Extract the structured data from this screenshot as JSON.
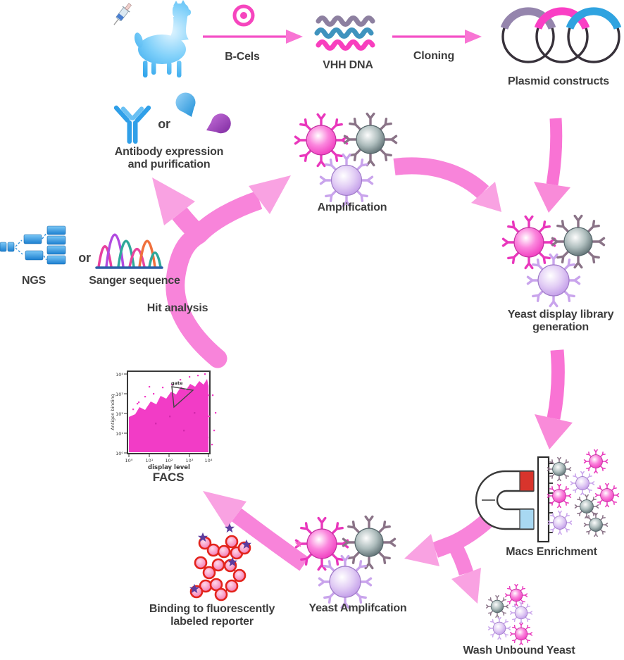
{
  "labels": {
    "bcells": "B-Cels",
    "vhh_dna": "VHH DNA",
    "cloning": "Cloning",
    "plasmid": "Plasmid constructs",
    "antibody_line1": "Antibody expression",
    "antibody_line2": "and purification",
    "or_antibody": "or",
    "amplification": "Amplification",
    "yeast_display_line1": "Yeast display library",
    "yeast_display_line2": "generation",
    "macs": "Macs Enrichment",
    "wash": "Wash Unbound Yeast",
    "yeast_amplification": "Yeast Amplifcation",
    "binding_line1": "Binding to fluorescently",
    "binding_line2": "labeled reporter",
    "facs": "FACS",
    "hit_analysis": "Hit analysis",
    "ngs": "NGS",
    "or_sequencing": "or",
    "sanger": "Sanger sequence"
  },
  "facs_plot": {
    "xlabel": "display level",
    "ylabel": "Antigen binding",
    "gate_label": "gate",
    "x_ticks": [
      "10⁰",
      "10¹",
      "10²",
      "10³",
      "10⁴"
    ],
    "y_ticks": [
      "10⁴",
      "10³",
      "10²",
      "10¹",
      "10⁰"
    ]
  },
  "icons": {
    "alpaca": "alpaca-silhouette",
    "syringe": "syringe",
    "b_cell": "pink-ring-cell",
    "vhh_dna": "three-wavy-dna-strands",
    "plasmids": "three-overlapping-plasmid-circles",
    "yeast_cell": "yeast-cell-with-displayed-vhh",
    "magnet": "horseshoe-magnet-with-column",
    "reporter": "fluorescent-reporter-cluster",
    "facs": "facs-scatter-plot",
    "ngs": "ngs-flowchart-blocks",
    "sanger": "sanger-chromatogram",
    "antibody": "igg-antibody",
    "vhh_fragments": "vhh-domain-fragments"
  },
  "colors": {
    "arrow_pink": "#f884da",
    "arrow_head_pink": "#f9a2e2",
    "arrow_hot_pink": "#f451c6",
    "yeast_pink": "#ef2fba",
    "yeast_gray": "#4f6165",
    "yeast_lilac": "#bb92e6",
    "magnet_red": "#d8342c",
    "magnet_blue": "#a8d8f2",
    "facs_dots": "#f23cc6",
    "alpaca_blue": "#1e9be8",
    "antibody_blue": "#2f9fe8",
    "dna_purple": "#8d80a0",
    "dna_teal": "#3f93be",
    "dna_magenta": "#f83fbe",
    "plasmid_purple": "#9585ad",
    "plasmid_magenta": "#fa3fc5",
    "plasmid_blue": "#2fa3e0"
  }
}
